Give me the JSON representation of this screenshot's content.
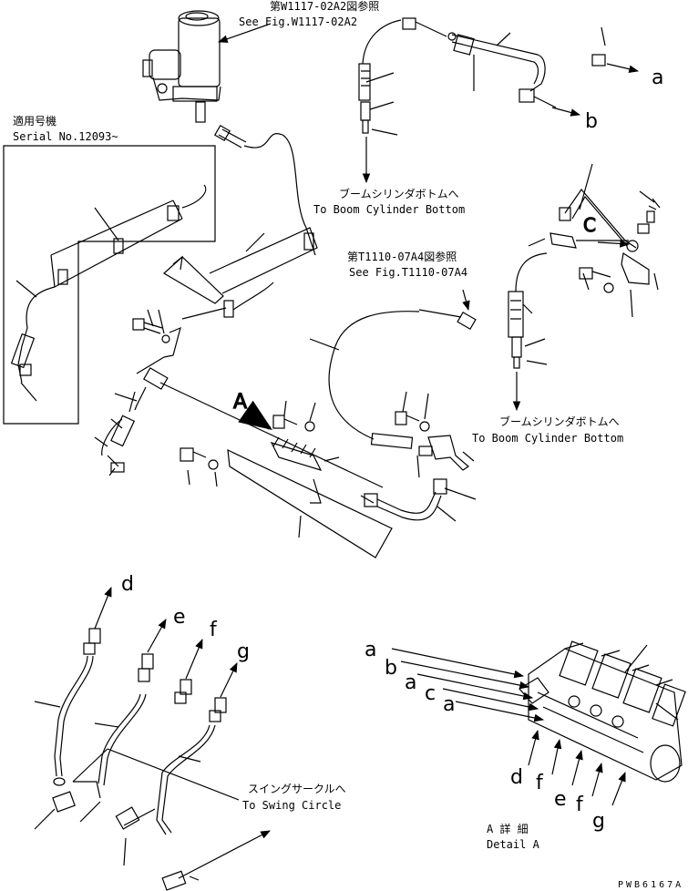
{
  "refs": {
    "top_jp": "第W1117-02A2図参照",
    "top_en": "See Fig.W1117-02A2",
    "mid_jp": "第T1110-07A4図参照",
    "mid_en": "See Fig.T1110-07A4"
  },
  "serial": {
    "jp": "適用号機",
    "en": "Serial No.12093~"
  },
  "boom_bottom_1": {
    "jp": "ブームシリンダボトムへ",
    "en": "To Boom Cylinder Bottom"
  },
  "boom_bottom_2": {
    "jp": "ブームシリンダボトムへ",
    "en": "To Boom Cylinder Bottom"
  },
  "swing": {
    "jp": "スイングサークルへ",
    "en": "To Swing Circle"
  },
  "detail": {
    "jp": "A 詳 細",
    "en": "Detail A"
  },
  "view_label": "A",
  "callout_c": "C",
  "letters": {
    "a1": "a",
    "b1": "b",
    "d1": "d",
    "e1": "e",
    "f1": "f",
    "g1": "g",
    "det_a1": "a",
    "det_b": "b",
    "det_a2": "a",
    "det_c": "c",
    "det_a3": "a",
    "det_d": "d",
    "det_f": "f",
    "det_e": "e",
    "det_f2": "f",
    "det_g": "g"
  },
  "code": "PWB6167A"
}
